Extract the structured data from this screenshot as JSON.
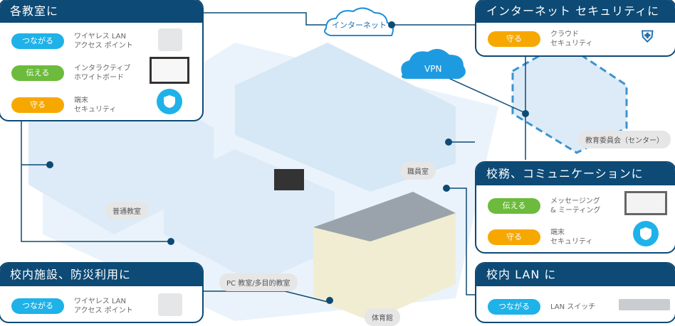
{
  "panels": {
    "classroom": {
      "title": "各教室に",
      "rows": [
        {
          "pill": "つながる",
          "desc": "ワイヤレス LAN\nアクセス ポイント",
          "device": "access-point"
        },
        {
          "pill": "伝える",
          "desc": "インタラクティブ\nホワイトボード",
          "device": "whiteboard"
        },
        {
          "pill": "守る",
          "desc": "端末\nセキュリティ",
          "device": "shield"
        }
      ]
    },
    "internet": {
      "title": "インターネット セキュリティに",
      "rows": [
        {
          "pill": "守る",
          "desc": "クラウド\nセキュリティ",
          "device": "cloud-security-shield"
        }
      ]
    },
    "admin": {
      "title": "校務、コミュニケーションに",
      "rows": [
        {
          "pill": "伝える",
          "desc": "メッセージング\n& ミーティング",
          "device": "laptop"
        },
        {
          "pill": "守る",
          "desc": "端末\nセキュリティ",
          "device": "shield"
        }
      ]
    },
    "lan": {
      "title": "校内 LAN に",
      "rows": [
        {
          "pill": "つながる",
          "desc": "LAN スイッチ",
          "device": "switch"
        }
      ]
    },
    "facility": {
      "title": "校内施設、防災利用に",
      "rows": [
        {
          "pill": "つながる",
          "desc": "ワイヤレス LAN\nアクセス ポイント",
          "device": "access-point"
        }
      ]
    }
  },
  "clouds": {
    "internet": "インターネット",
    "vpn": "VPN"
  },
  "rooms": {
    "board": "教育委員会（センター）",
    "staff": "職員室",
    "regular": "普通教室",
    "pc": "PC 教室/多目的教室",
    "gym": "体育館"
  },
  "colors": {
    "header": "#0d4a75",
    "connect": "#1eb2e8",
    "communicate": "#6cbb3c",
    "protect": "#f7a800"
  }
}
